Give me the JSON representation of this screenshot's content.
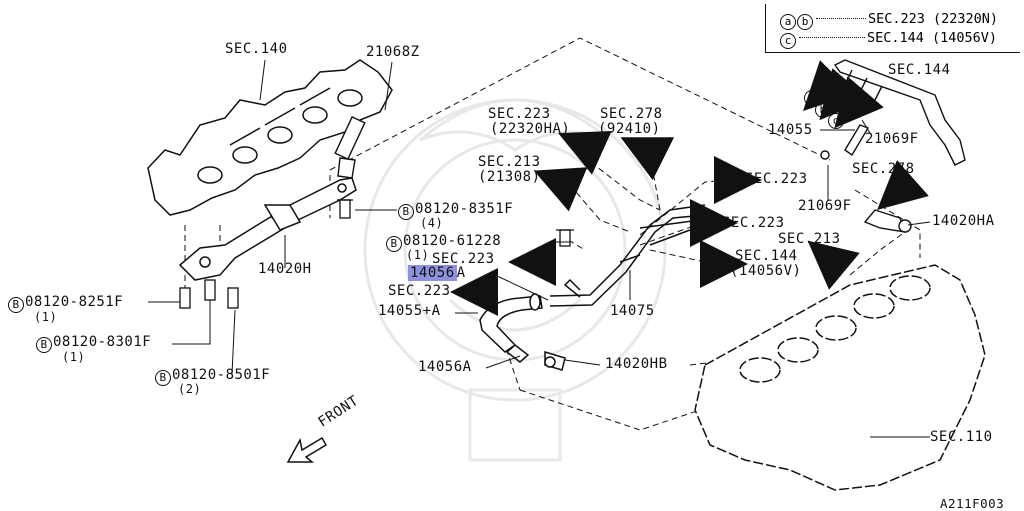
{
  "figure_code": "A211F003",
  "legend": {
    "row1": {
      "marks": [
        "a",
        "b"
      ],
      "text": "SEC.223 (22320N)"
    },
    "row2": {
      "marks": [
        "c"
      ],
      "text": "SEC.144 (14056V)"
    }
  },
  "labels": {
    "sec140": "SEC.140",
    "p21068z": "21068Z",
    "sec223_hose": "SEC.223",
    "p22320ha": "(22320HA)",
    "sec278_top": "SEC.278",
    "p92410": "(92410)",
    "sec213_left": "SEC.213",
    "p21308": "(21308)",
    "sec223_r1": "SEC.223",
    "sec223_r2": "SEC.223",
    "sec144_mid": "SEC.144",
    "p14056v": "(14056V)",
    "sec144_right": "SEC.144",
    "p14055": "14055",
    "p21069f_top": "21069F",
    "sec278_right": "SEC.278",
    "p21069f_mid": "21069F",
    "p14020ha": "14020HA",
    "sec213_right": "SEC.213",
    "bolt1_part": "08120-8351F",
    "bolt1_qty": "(4)",
    "bolt2_part": "08120-61228",
    "bolt2_qty": "(1)",
    "p14020h": "14020H",
    "sec223_c1": "SEC.223",
    "p14056_hl": "14056",
    "p14056_hl_suffix": "A",
    "sec223_c2": "SEC.223",
    "p14055a": "14055+A",
    "p14075": "14075",
    "bolt3_part": "08120-8251F",
    "bolt3_qty": "(1)",
    "bolt4_part": "08120-8301F",
    "bolt4_qty": "(1)",
    "bolt5_part": "08120-8501F",
    "bolt5_qty": "(2)",
    "p14056a": "14056A",
    "p14020hb": "14020HB",
    "front": "FRONT",
    "sec110": "SEC.110",
    "bolt_mark": "B",
    "mark_a": "a",
    "mark_b": "b",
    "mark_c": "c"
  },
  "colors": {
    "line": "#111111",
    "highlight": "#8e92dc",
    "watermark": "#e6e6e6"
  }
}
